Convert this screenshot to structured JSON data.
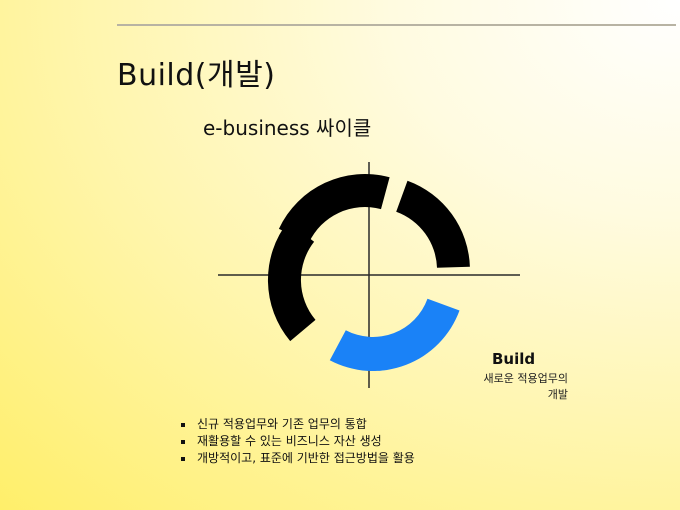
{
  "slide": {
    "title": "Build(개발)"
  },
  "diagram": {
    "title": "e-business 싸이클",
    "highlight_color": "#1a82f7",
    "segment_color": "#000000",
    "highlighted_segment": "Build",
    "callout": {
      "label": "Build",
      "description_line1": "새로운 적용업무의",
      "description_line2": "개발"
    }
  },
  "bullets": [
    "신규 적용업무와 기존 업무의 통합",
    "재활용할 수 있는 비즈니스 자산 생성",
    "개방적이고, 표준에 기반한 접근방법을 활용"
  ]
}
